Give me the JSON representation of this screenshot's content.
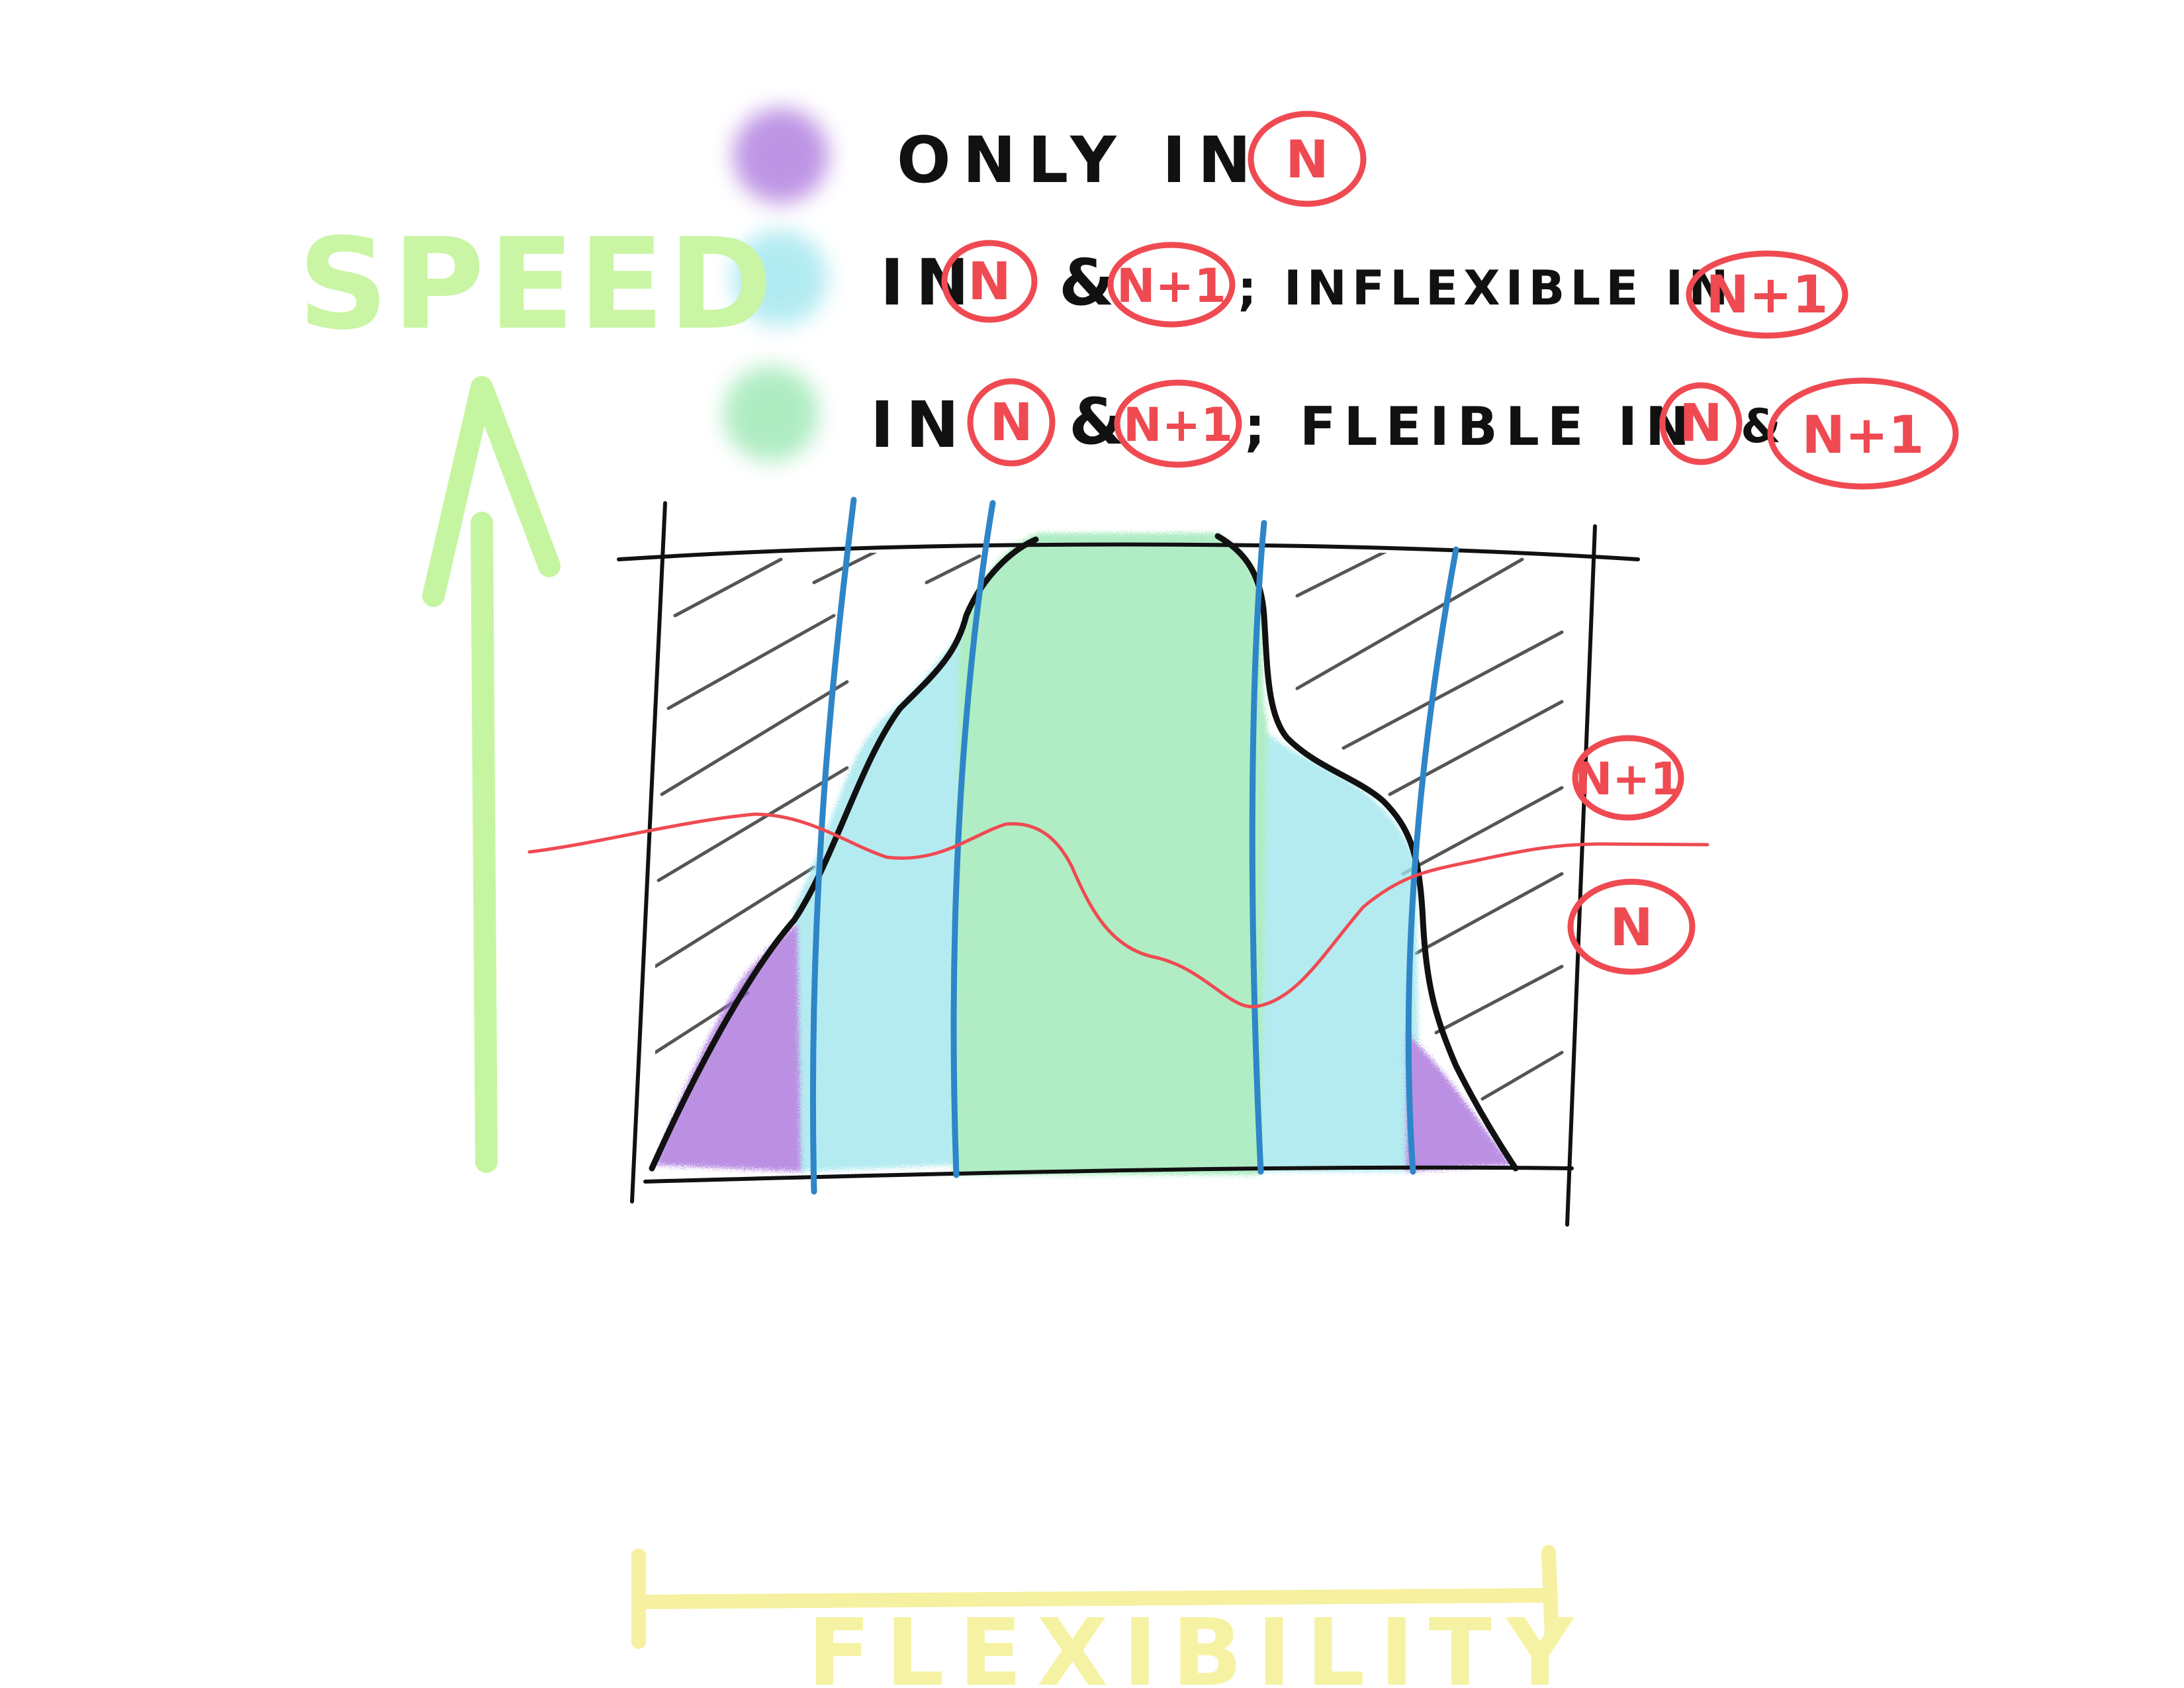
{
  "axes": {
    "y_label": "SPEED",
    "x_label": "FLEXIBILITY",
    "y_color": "#c6f5a1",
    "x_color": "#f5f1a0"
  },
  "legend": [
    {
      "color": "#a872dc",
      "parts": [
        "ONLY IN",
        "N"
      ]
    },
    {
      "color": "#9fe6ee",
      "parts": [
        "IN",
        "N",
        "&",
        "N+1",
        "; INFLEXIBLE IN",
        "N+1"
      ]
    },
    {
      "color": "#9be8b4",
      "parts": [
        "IN",
        "N",
        "&",
        "N+1",
        "; FLEIBLE IN",
        "N",
        "&",
        "N+1"
      ]
    }
  ],
  "line_labels": {
    "upper": "N+1",
    "lower": "N"
  },
  "colors": {
    "only_n": "#a872dc",
    "inflexible": "#9fe6ee",
    "flexible": "#9be8b4",
    "hatch": "#555555",
    "dividers": "#2e86c8",
    "version_lines": "#ef4a52",
    "outline": "#111111"
  }
}
